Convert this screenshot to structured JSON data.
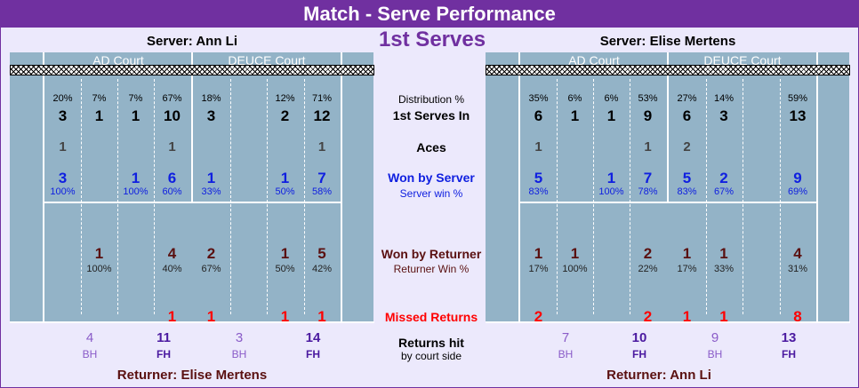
{
  "title": "Match - Serve Performance",
  "subtitle": "1st Serves",
  "left": {
    "server_label": "Server: Ann Li",
    "returner_label": "Returner: Elise Mertens",
    "ad_court": "AD Court",
    "deuce_court": "DEUCE Court",
    "dist": [
      "20%",
      "7%",
      "7%",
      "67%",
      "18%",
      "",
      "12%",
      "71%"
    ],
    "in": [
      "3",
      "1",
      "1",
      "10",
      "3",
      "",
      "2",
      "12"
    ],
    "aces": [
      "1",
      "",
      "",
      "1",
      "",
      "",
      "",
      "1"
    ],
    "won": [
      "3",
      "",
      "1",
      "6",
      "1",
      "",
      "1",
      "7"
    ],
    "won_pct": [
      "100%",
      "",
      "100%",
      "60%",
      "33%",
      "",
      "50%",
      "58%"
    ],
    "ret": [
      "",
      "1",
      "",
      "4",
      "2",
      "",
      "1",
      "5"
    ],
    "ret_pct": [
      "",
      "100%",
      "",
      "40%",
      "67%",
      "",
      "50%",
      "42%"
    ],
    "missed": [
      "",
      "",
      "",
      "1",
      "1",
      "",
      "1",
      "1"
    ],
    "returns": [
      {
        "num": "4",
        "lbl": "BH",
        "bold": false
      },
      {
        "num": "11",
        "lbl": "FH",
        "bold": true
      },
      {
        "num": "3",
        "lbl": "BH",
        "bold": false
      },
      {
        "num": "14",
        "lbl": "FH",
        "bold": true
      }
    ]
  },
  "right": {
    "server_label": "Server: Elise Mertens",
    "returner_label": "Returner: Ann Li",
    "ad_court": "AD Court",
    "deuce_court": "DEUCE Court",
    "dist": [
      "35%",
      "6%",
      "6%",
      "53%",
      "27%",
      "14%",
      "",
      "59%"
    ],
    "in": [
      "6",
      "1",
      "1",
      "9",
      "6",
      "3",
      "",
      "13"
    ],
    "aces": [
      "1",
      "",
      "",
      "1",
      "2",
      "",
      "",
      ""
    ],
    "won": [
      "5",
      "",
      "1",
      "7",
      "5",
      "2",
      "",
      "9"
    ],
    "won_pct": [
      "83%",
      "",
      "100%",
      "78%",
      "83%",
      "67%",
      "",
      "69%"
    ],
    "ret": [
      "1",
      "1",
      "",
      "2",
      "1",
      "1",
      "",
      "4"
    ],
    "ret_pct": [
      "17%",
      "100%",
      "",
      "22%",
      "17%",
      "33%",
      "",
      "31%"
    ],
    "missed": [
      "2",
      "",
      "",
      "2",
      "1",
      "1",
      "",
      "8"
    ],
    "returns": [
      {
        "num": "7",
        "lbl": "BH",
        "bold": false
      },
      {
        "num": "10",
        "lbl": "FH",
        "bold": true
      },
      {
        "num": "9",
        "lbl": "BH",
        "bold": false
      },
      {
        "num": "13",
        "lbl": "FH",
        "bold": true
      }
    ]
  },
  "labels": {
    "dist": "Distribution %",
    "in": "1st Serves In",
    "aces": "Aces",
    "won": "Won by Server",
    "won_pct": "Server win %",
    "ret": "Won by Returner",
    "ret_pct": "Returner Win %",
    "missed": "Missed Returns",
    "returns": "Returns hit",
    "returns_sub": "by court side"
  },
  "colors": {
    "title_bg": "#7030a0",
    "court": "#93b3c7",
    "background": "#ece9fc",
    "server_blue": "#1020e0",
    "returner_brown": "#5a1010",
    "missed_red": "#ff0000"
  }
}
